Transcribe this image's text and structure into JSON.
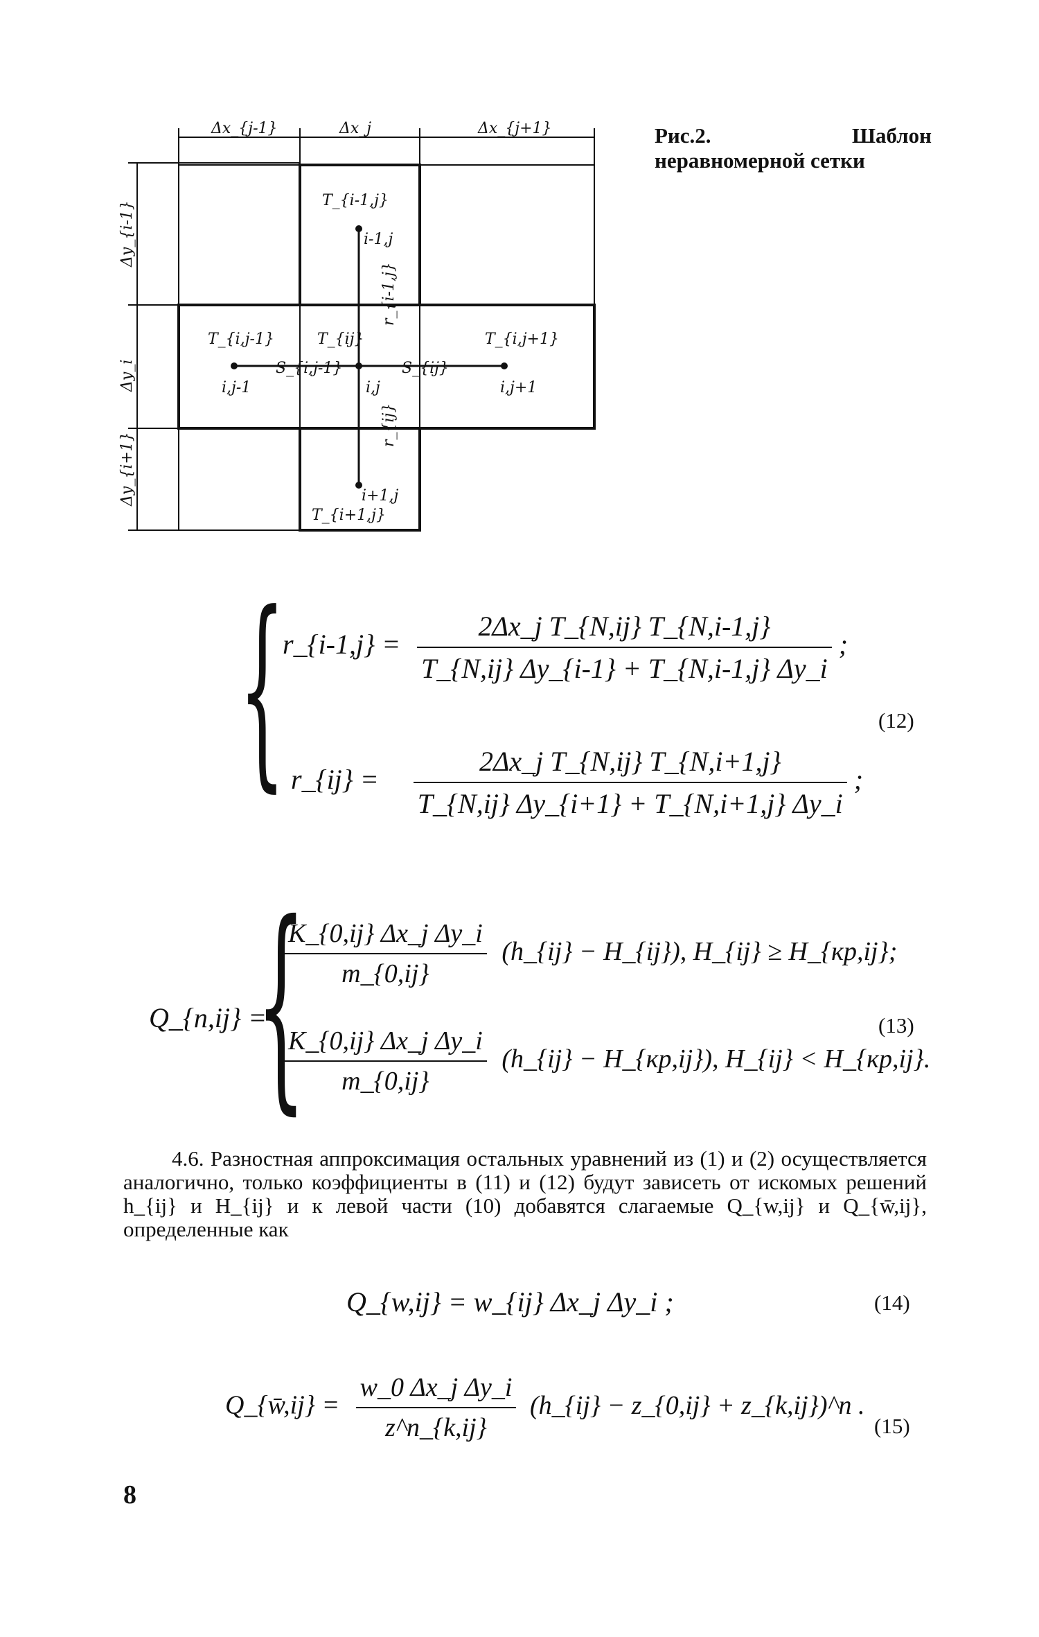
{
  "figure": {
    "caption": "Рис.2. Шаблон неравномерной сетки",
    "col_labels": [
      "Δx_{j-1}",
      "Δx_j",
      "Δx_{j+1}"
    ],
    "row_labels": [
      "Δy_{i-1}",
      "Δy_i",
      "Δy_{i+1}"
    ],
    "cell_labels": {
      "T_top": "T_{i-1,j}",
      "T_left": "T_{i,j-1}",
      "T_center": "T_{ij}",
      "T_right": "T_{i,j+1}",
      "T_bottom": "T_{i+1,j}"
    },
    "node_labels": {
      "top": "i-1,j",
      "left": "i,j-1",
      "center": "i,j",
      "right": "i,j+1",
      "bottom": "i+1,j"
    },
    "link_labels": {
      "s_left": "S_{i,j-1}",
      "s_right": "S_{ij}",
      "r_top": "r_{i-1,j}",
      "r_bottom": "r_{ij}"
    }
  },
  "eq12": {
    "number": "(12)",
    "line1": {
      "lhs": "r_{i-1,j} =",
      "num": "2Δx_j T_{N,ij} T_{N,i-1,j}",
      "den": "T_{N,ij} Δy_{i-1} + T_{N,i-1,j} Δy_i",
      "tail": ";"
    },
    "line2": {
      "lhs": "r_{ij} =",
      "num": "2Δx_j T_{N,ij} T_{N,i+1,j}",
      "den": "T_{N,ij} Δy_{i+1} + T_{N,i+1,j} Δy_i",
      "tail": ";"
    }
  },
  "eq13": {
    "number": "(13)",
    "lhs": "Q_{n,ij} =",
    "case1": {
      "num": "K_{0,ij} Δx_j Δy_i",
      "den": "m_{0,ij}",
      "tail": "(h_{ij} − H_{ij}), H_{ij} ≥ H_{кр,ij};"
    },
    "case2": {
      "num": "K_{0,ij} Δx_j Δy_i",
      "den": "m_{0,ij}",
      "tail": "(h_{ij} − H_{кр,ij}), H_{ij} < H_{кр,ij}."
    }
  },
  "paragraph": {
    "text": "4.6. Разностная аппроксимация остальных уравнений из (1) и (2) осуществляется аналогично, только коэффициенты в (11) и (12) будут зависеть от искомых решений h_{ij} и H_{ij} и к левой части (10) добавятся слагаемые Q_{w,ij} и Q_{w̄,ij}, определенные как"
  },
  "eq14": {
    "number": "(14)",
    "body": "Q_{w,ij} = w_{ij} Δx_j Δy_i ;"
  },
  "eq15": {
    "number": "(15)",
    "lhs": "Q_{w̄,ij} =",
    "num": "w_0 Δx_j Δy_i",
    "den": "z^n_{k,ij}",
    "tail": "(h_{ij} − z_{0,ij} + z_{k,ij})^n ."
  },
  "page_number": "8"
}
